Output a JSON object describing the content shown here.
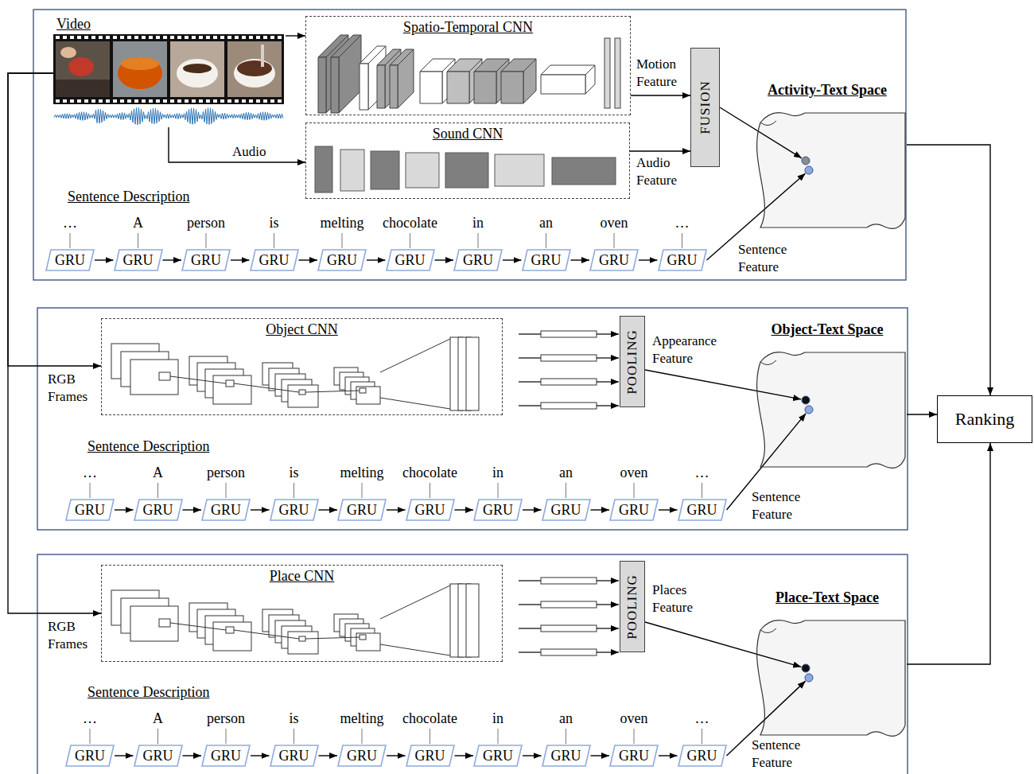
{
  "diagram": {
    "nodes": [
      {
        "text": [
          "Video"
        ]
      },
      {
        "text": [
          "Spatio-Temporal CNN"
        ]
      },
      {
        "text": [
          "Sound CNN"
        ]
      },
      {
        "text": [
          "FUSION"
        ]
      },
      {
        "text": [
          "Activity-Text Space"
        ]
      },
      {
        "text": [
          "GRU"
        ]
      },
      {
        "text": [
          "GRU"
        ]
      },
      {
        "text": [
          "GRU"
        ]
      },
      {
        "text": [
          "GRU"
        ]
      },
      {
        "text": [
          "GRU"
        ]
      },
      {
        "text": [
          "GRU"
        ]
      },
      {
        "text": [
          "GRU"
        ]
      },
      {
        "text": [
          "GRU"
        ]
      },
      {
        "text": [
          "GRU"
        ]
      },
      {
        "text": [
          "GRU"
        ]
      },
      {
        "text": [
          "Object CNN"
        ]
      },
      {
        "text": [
          "POOLING"
        ]
      },
      {
        "text": [
          "Object-Text Space"
        ]
      },
      {
        "text": [
          "GRU"
        ]
      },
      {
        "text": [
          "GRU"
        ]
      },
      {
        "text": [
          "GRU"
        ]
      },
      {
        "text": [
          "GRU"
        ]
      },
      {
        "text": [
          "GRU"
        ]
      },
      {
        "text": [
          "GRU"
        ]
      },
      {
        "text": [
          "GRU"
        ]
      },
      {
        "text": [
          "GRU"
        ]
      },
      {
        "text": [
          "GRU"
        ]
      },
      {
        "text": [
          "GRU"
        ]
      },
      {
        "text": [
          "Place CNN"
        ]
      },
      {
        "text": [
          "POOLING"
        ]
      },
      {
        "text": [
          "Place-Text Space"
        ]
      },
      {
        "text": [
          "GRU"
        ]
      },
      {
        "text": [
          "GRU"
        ]
      },
      {
        "text": [
          "GRU"
        ]
      },
      {
        "text": [
          "GRU"
        ]
      },
      {
        "text": [
          "GRU"
        ]
      },
      {
        "text": [
          "GRU"
        ]
      },
      {
        "text": [
          "GRU"
        ]
      },
      {
        "text": [
          "GRU"
        ]
      },
      {
        "text": [
          "GRU"
        ]
      },
      {
        "text": [
          "GRU"
        ]
      },
      {
        "text": [
          "Ranking"
        ]
      }
    ],
    "edges": [
      {
        "from": 0,
        "to": 1,
        "arrow": "to"
      },
      {
        "from": 0,
        "to": 2,
        "label": "Audio",
        "arrow": "to"
      },
      {
        "from": 1,
        "to": 3,
        "label": "Motion Feature",
        "arrow": "to"
      },
      {
        "from": 2,
        "to": 3,
        "label": "Audio Feature",
        "arrow": "to"
      },
      {
        "from": 3,
        "to": 4,
        "arrow": "to"
      },
      {
        "from": 5,
        "to": 6,
        "arrow": "to"
      },
      {
        "from": 6,
        "to": 7,
        "arrow": "to"
      },
      {
        "from": 7,
        "to": 8,
        "arrow": "to"
      },
      {
        "from": 8,
        "to": 9,
        "arrow": "to"
      },
      {
        "from": 9,
        "to": 10,
        "arrow": "to"
      },
      {
        "from": 10,
        "to": 11,
        "arrow": "to"
      },
      {
        "from": 11,
        "to": 12,
        "arrow": "to"
      },
      {
        "from": 12,
        "to": 13,
        "arrow": "to"
      },
      {
        "from": 13,
        "to": 14,
        "arrow": "to"
      },
      {
        "from": 14,
        "to": 4,
        "label": "Sentence Feature",
        "arrow": "to"
      },
      {
        "from": 4,
        "to": 41,
        "arrow": "to"
      },
      {
        "from": 0,
        "to": 15,
        "label": "RGB Frames",
        "arrow": "to"
      },
      {
        "from": 16,
        "to": 17,
        "label": "Appearance Feature",
        "arrow": "to"
      },
      {
        "from": 18,
        "to": 19,
        "arrow": "to"
      },
      {
        "from": 19,
        "to": 20,
        "arrow": "to"
      },
      {
        "from": 20,
        "to": 21,
        "arrow": "to"
      },
      {
        "from": 21,
        "to": 22,
        "arrow": "to"
      },
      {
        "from": 22,
        "to": 23,
        "arrow": "to"
      },
      {
        "from": 23,
        "to": 24,
        "arrow": "to"
      },
      {
        "from": 24,
        "to": 25,
        "arrow": "to"
      },
      {
        "from": 25,
        "to": 26,
        "arrow": "to"
      },
      {
        "from": 26,
        "to": 27,
        "arrow": "to"
      },
      {
        "from": 27,
        "to": 17,
        "label": "Sentence Feature",
        "arrow": "to"
      },
      {
        "from": 17,
        "to": 41,
        "arrow": "to"
      },
      {
        "from": 0,
        "to": 28,
        "label": "RGB Frames",
        "arrow": "to"
      },
      {
        "from": 29,
        "to": 30,
        "label": "Places Feature",
        "arrow": "to"
      },
      {
        "from": 31,
        "to": 32,
        "arrow": "to"
      },
      {
        "from": 32,
        "to": 33,
        "arrow": "to"
      },
      {
        "from": 33,
        "to": 34,
        "arrow": "to"
      },
      {
        "from": 34,
        "to": 35,
        "arrow": "to"
      },
      {
        "from": 35,
        "to": 36,
        "arrow": "to"
      },
      {
        "from": 36,
        "to": 37,
        "arrow": "to"
      },
      {
        "from": 37,
        "to": 38,
        "arrow": "to"
      },
      {
        "from": 38,
        "to": 39,
        "arrow": "to"
      },
      {
        "from": 39,
        "to": 40,
        "arrow": "to"
      },
      {
        "from": 40,
        "to": 30,
        "label": "Sentence Feature",
        "arrow": "to"
      },
      {
        "from": 30,
        "to": 41,
        "arrow": "to"
      }
    ],
    "labels": [
      "Sentence Description",
      "…",
      "A",
      "person",
      "is",
      "melting",
      "chocolate",
      "in",
      "an",
      "oven",
      "…",
      "Sentence Description",
      "…",
      "A",
      "person",
      "is",
      "melting",
      "chocolate",
      "in",
      "an",
      "oven",
      "…",
      "Sentence Description",
      "…",
      "A",
      "person",
      "is",
      "melting",
      "chocolate",
      "in",
      "an",
      "oven",
      "…"
    ]
  }
}
